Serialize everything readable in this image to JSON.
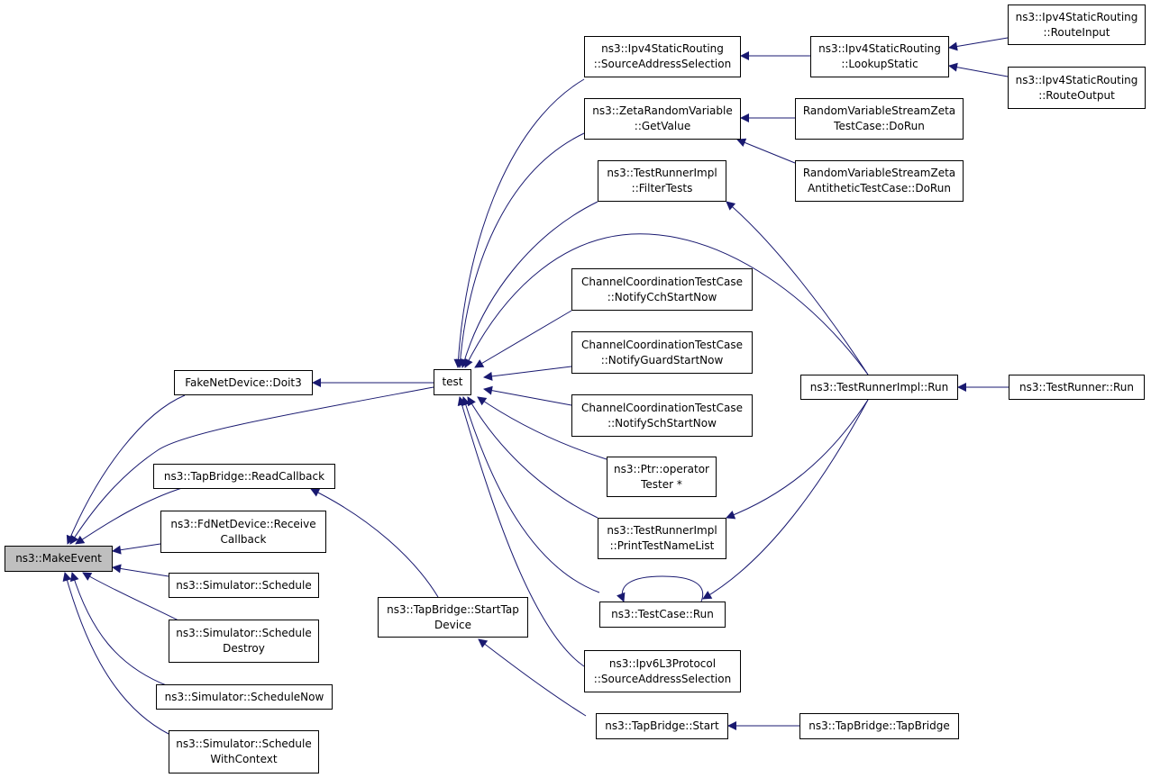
{
  "colors": {
    "edge": "#191970",
    "root_fill": "#bfbfbf",
    "node_border": "#000000"
  },
  "nodes": {
    "make_event": [
      "ns3::MakeEvent"
    ],
    "fake_doit3": [
      "FakeNetDevice::Doit3"
    ],
    "tap_readcallback": [
      "ns3::TapBridge::ReadCallback"
    ],
    "fd_receive": [
      "ns3::FdNetDevice::Receive",
      "Callback"
    ],
    "sim_schedule": [
      "ns3::Simulator::Schedule"
    ],
    "sim_schedule_destroy": [
      "ns3::Simulator::Schedule",
      "Destroy"
    ],
    "sim_schedule_now": [
      "ns3::Simulator::ScheduleNow"
    ],
    "sim_schedule_ctx": [
      "ns3::Simulator::Schedule",
      "WithContext"
    ],
    "test": [
      "test"
    ],
    "tap_start_device": [
      "ns3::TapBridge::StartTap",
      "Device"
    ],
    "ipv4_src_sel": [
      "ns3::Ipv4StaticRouting",
      "::SourceAddressSelection"
    ],
    "zeta_getvalue": [
      "ns3::ZetaRandomVariable",
      "::GetValue"
    ],
    "runner_filter": [
      "ns3::TestRunnerImpl",
      "::FilterTests"
    ],
    "cc_cch": [
      "ChannelCoordinationTestCase",
      "::NotifyCchStartNow"
    ],
    "cc_guard": [
      "ChannelCoordinationTestCase",
      "::NotifyGuardStartNow"
    ],
    "cc_sch": [
      "ChannelCoordinationTestCase",
      "::NotifySchStartNow"
    ],
    "ptr_tester": [
      "ns3::Ptr::operator",
      "Tester *"
    ],
    "runner_print": [
      "ns3::TestRunnerImpl",
      "::PrintTestNameList"
    ],
    "testcase_run": [
      "ns3::TestCase::Run"
    ],
    "ipv6_src_sel": [
      "ns3::Ipv6L3Protocol",
      "::SourceAddressSelection"
    ],
    "tap_start": [
      "ns3::TapBridge::Start"
    ],
    "ipv4_lookup": [
      "ns3::Ipv4StaticRouting",
      "::LookupStatic"
    ],
    "zeta_dorun": [
      "RandomVariableStreamZeta",
      "TestCase::DoRun"
    ],
    "zeta_anti_dorun": [
      "RandomVariableStreamZeta",
      "AntitheticTestCase::DoRun"
    ],
    "runner_impl_run": [
      "ns3::TestRunnerImpl::Run"
    ],
    "tap_tapbridge": [
      "ns3::TapBridge::TapBridge"
    ],
    "ipv4_route_input": [
      "ns3::Ipv4StaticRouting",
      "::RouteInput"
    ],
    "ipv4_route_output": [
      "ns3::Ipv4StaticRouting",
      "::RouteOutput"
    ],
    "runner_run": [
      "ns3::TestRunner::Run"
    ]
  }
}
